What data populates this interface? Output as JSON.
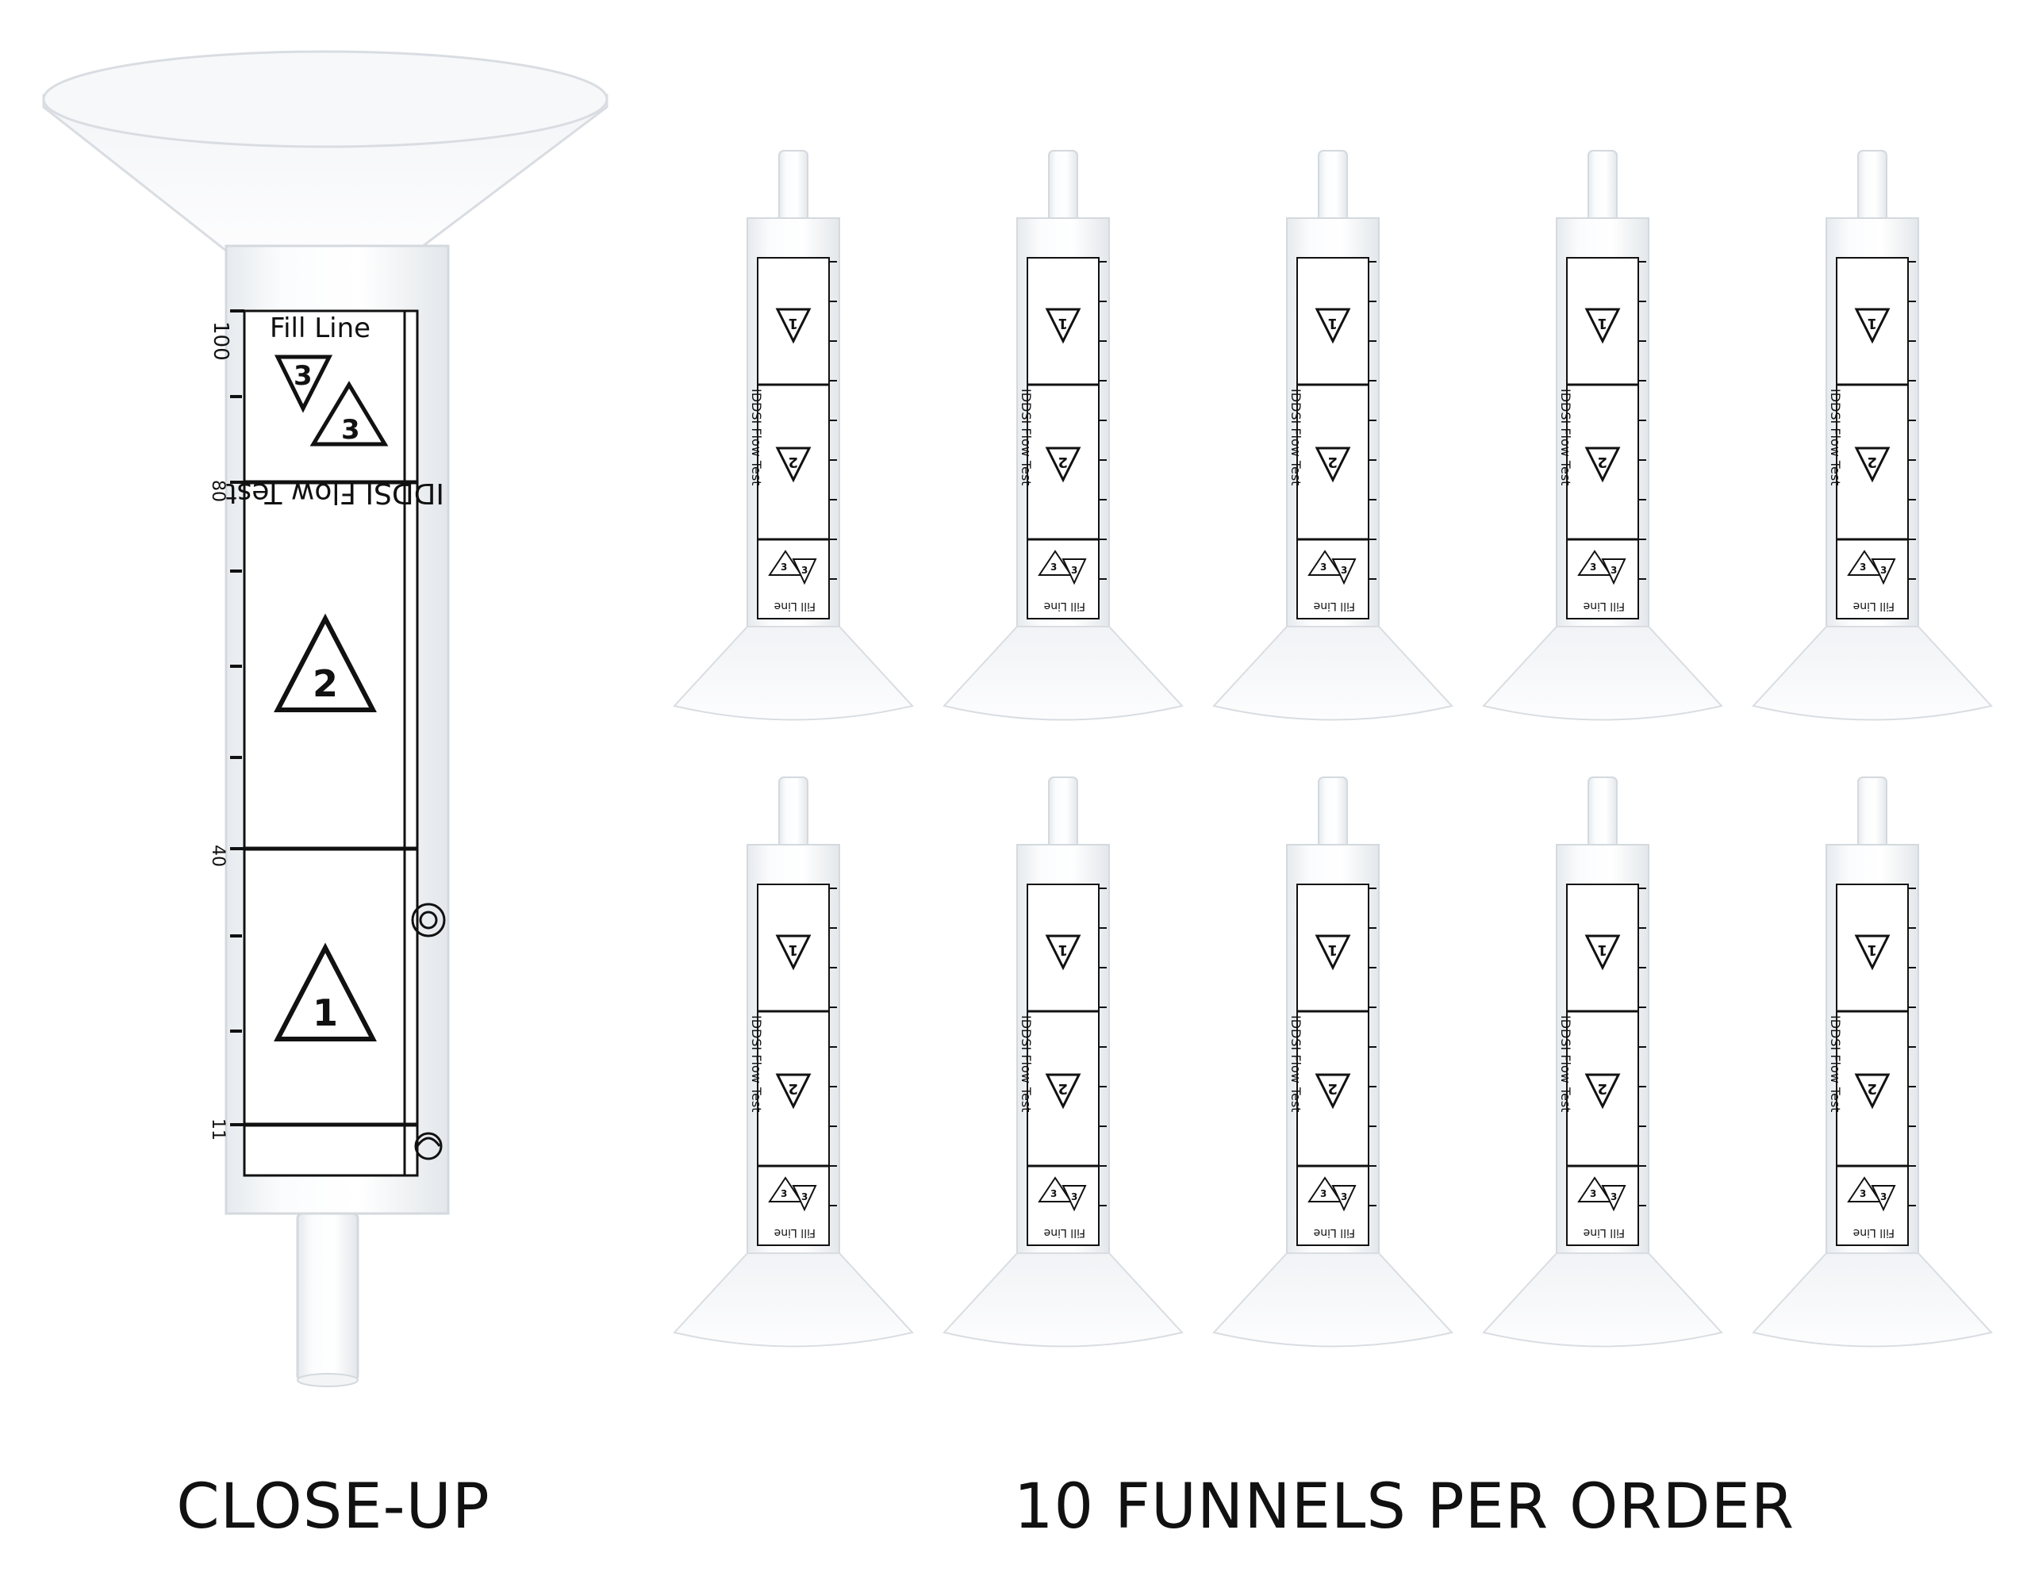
{
  "closeup": {
    "fill_line": "Fill Line",
    "marks": [
      "3",
      "3",
      "2",
      "1"
    ],
    "scale": [
      "100",
      "80",
      "40",
      "11"
    ],
    "brand_text": "IDDSI Flow Test"
  },
  "grid": {
    "count": 10,
    "rows": 2,
    "cols": 5,
    "fill_line": "Fill Line",
    "brand_text": "IDDSI Flow Test",
    "marks": [
      "1",
      "2",
      "3",
      "3"
    ]
  },
  "captions": {
    "closeup": "CLOSE-UP",
    "order": "10 FUNNELS PER ORDER"
  },
  "colors": {
    "plastic": "#f4f6f8",
    "plastic_edge": "#d7dce1",
    "ink": "#111111"
  }
}
